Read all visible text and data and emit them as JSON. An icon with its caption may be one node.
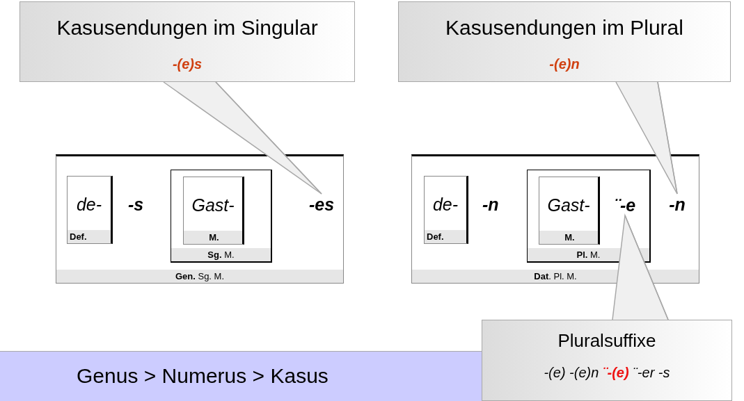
{
  "diagram": {
    "nodes": [
      {
        "text": [
          "Kasusendungen im Singular",
          "-(e)s"
        ]
      },
      {
        "text": [
          "Kasusendungen im Plural",
          "-(e)n"
        ]
      },
      {
        "text": [
          "**Gen.** Sg. M."
        ]
      },
      {
        "text": [
          "de-",
          "Def."
        ],
        "in": 2
      },
      {
        "text": [
          "**Sg.** M."
        ],
        "in": 2
      },
      {
        "text": [
          "Gast-",
          "M."
        ],
        "in": 4
      },
      {
        "text": [
          "-es"
        ],
        "in": 2
      },
      {
        "text": [
          "**Dat**. Pl. M."
        ]
      },
      {
        "text": [
          "de-",
          "Def."
        ],
        "in": 7
      },
      {
        "text": [
          "**Pl.** M."
        ],
        "in": 7
      },
      {
        "text": [
          "Gast-",
          "M."
        ],
        "in": 9
      },
      {
        "text": [
          "¨-e"
        ],
        "in": 9
      },
      {
        "text": [
          "-n"
        ],
        "in": 7
      },
      {
        "text": [
          "Genus > Numerus > Kasus"
        ]
      },
      {
        "text": [
          "Pluralsuffixe",
          "-(e) -(e)n **¨-(e)** ¨-er -s"
        ]
      }
    ],
    "edges": [
      {
        "from": 0,
        "to": 6,
        "arrow": "none"
      },
      {
        "from": 1,
        "to": 12,
        "arrow": "none"
      },
      {
        "from": 14,
        "to": 11,
        "arrow": "none"
      }
    ],
    "labels": [
      "-s",
      "-n"
    ]
  }
}
